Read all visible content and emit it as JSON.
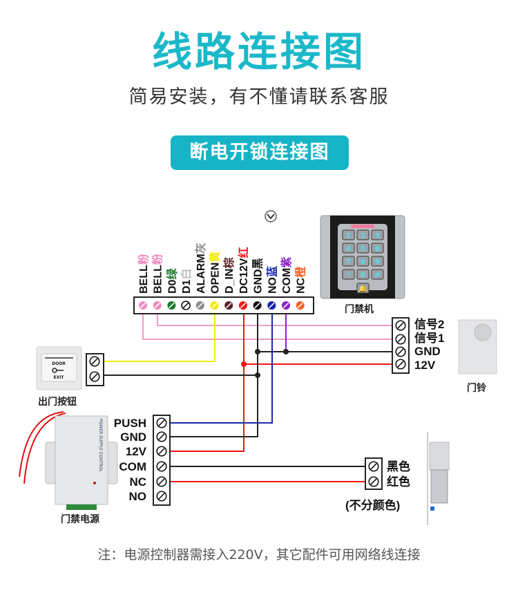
{
  "header": {
    "title": "线路连接图",
    "subtitle": "简易安装，有不懂请联系客服",
    "section_button": "断电开锁连接图"
  },
  "controller_terminals": [
    {
      "name": "BELL",
      "color_name": "粉",
      "color": "#f08cc0"
    },
    {
      "name": "BELL",
      "color_name": "粉",
      "color": "#f08cc0"
    },
    {
      "name": "D0",
      "color_name": "绿",
      "color": "#1a7a2a"
    },
    {
      "name": "D1",
      "color_name": "白",
      "color": "#ffffff"
    },
    {
      "name": "ALARM",
      "color_name": "灰",
      "color": "#8a8a8a"
    },
    {
      "name": "OPEN",
      "color_name": "黄",
      "color": "#f2ea00"
    },
    {
      "name": "D_IN",
      "color_name": "棕",
      "color": "#5a2222"
    },
    {
      "name": "DC12V",
      "color_name": "红",
      "color": "#f01414"
    },
    {
      "name": "GND",
      "color_name": "黑",
      "color": "#111111"
    },
    {
      "name": "NO",
      "color_name": "蓝",
      "color": "#1224b0"
    },
    {
      "name": "COM",
      "color_name": "紫",
      "color": "#8a22c8"
    },
    {
      "name": "NC",
      "color_name": "橙",
      "color": "#f06222"
    }
  ],
  "devices": {
    "keypad": {
      "label": "门禁机",
      "keys": [
        "1",
        "2",
        "3",
        "4",
        "5",
        "6",
        "7",
        "8",
        "9",
        "*",
        "0",
        "#",
        "🔔"
      ]
    },
    "doorbell": {
      "label": "门铃",
      "terminals": [
        "信号2",
        "信号1",
        "GND",
        "12V"
      ]
    },
    "exit_button": {
      "label": "出门按钮",
      "face_top": "DOOR",
      "face_bottom": "EXIT"
    },
    "power_supply": {
      "label": "门禁电源",
      "face_text": "POWER SUPPLY CONTROL",
      "terminals": [
        "PUSH",
        "GND",
        "12V",
        "COM",
        "NC",
        "NO"
      ]
    },
    "lock": {
      "terminals": [
        "黑色",
        "红色"
      ],
      "note": "(不分颜色)"
    }
  },
  "footer": {
    "note": "注：电源控制器需接入220V，其它配件可用网络线连接"
  },
  "colors": {
    "accent": "#17b4c6",
    "wire_red": "#f01414",
    "wire_black": "#222222",
    "wire_pink": "#f29ac8",
    "wire_yellow": "#f2ea00",
    "wire_blue": "#1a2aa8",
    "wire_purple": "#8a22c8"
  }
}
